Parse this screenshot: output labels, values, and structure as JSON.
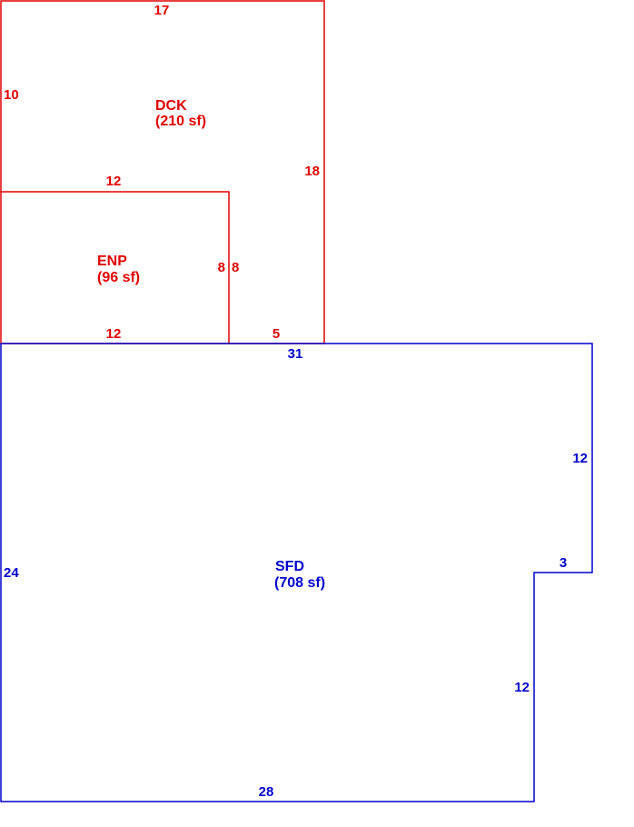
{
  "colors": {
    "deck": "#e00000",
    "porch": "#e00000",
    "dwelling": "#0000cc",
    "background": "#ffffff"
  },
  "areas": {
    "dck": {
      "name": "DCK",
      "size": "(210 sf)"
    },
    "enp": {
      "name": "ENP",
      "size": "(96 sf)"
    },
    "sfd": {
      "name": "SFD",
      "size": "(708 sf)"
    }
  },
  "dimensions": {
    "dck_top": "17",
    "dck_left": "10",
    "dck_right": "18",
    "enp_top": "12",
    "enp_right_inner": "8",
    "enp_right_outer": "8",
    "enp_bottom": "12",
    "dck_bottom_gap": "5",
    "sfd_top": "31",
    "sfd_right_upper": "12",
    "sfd_notch": "3",
    "sfd_right_lower": "12",
    "sfd_left": "24",
    "sfd_bottom": "28"
  }
}
